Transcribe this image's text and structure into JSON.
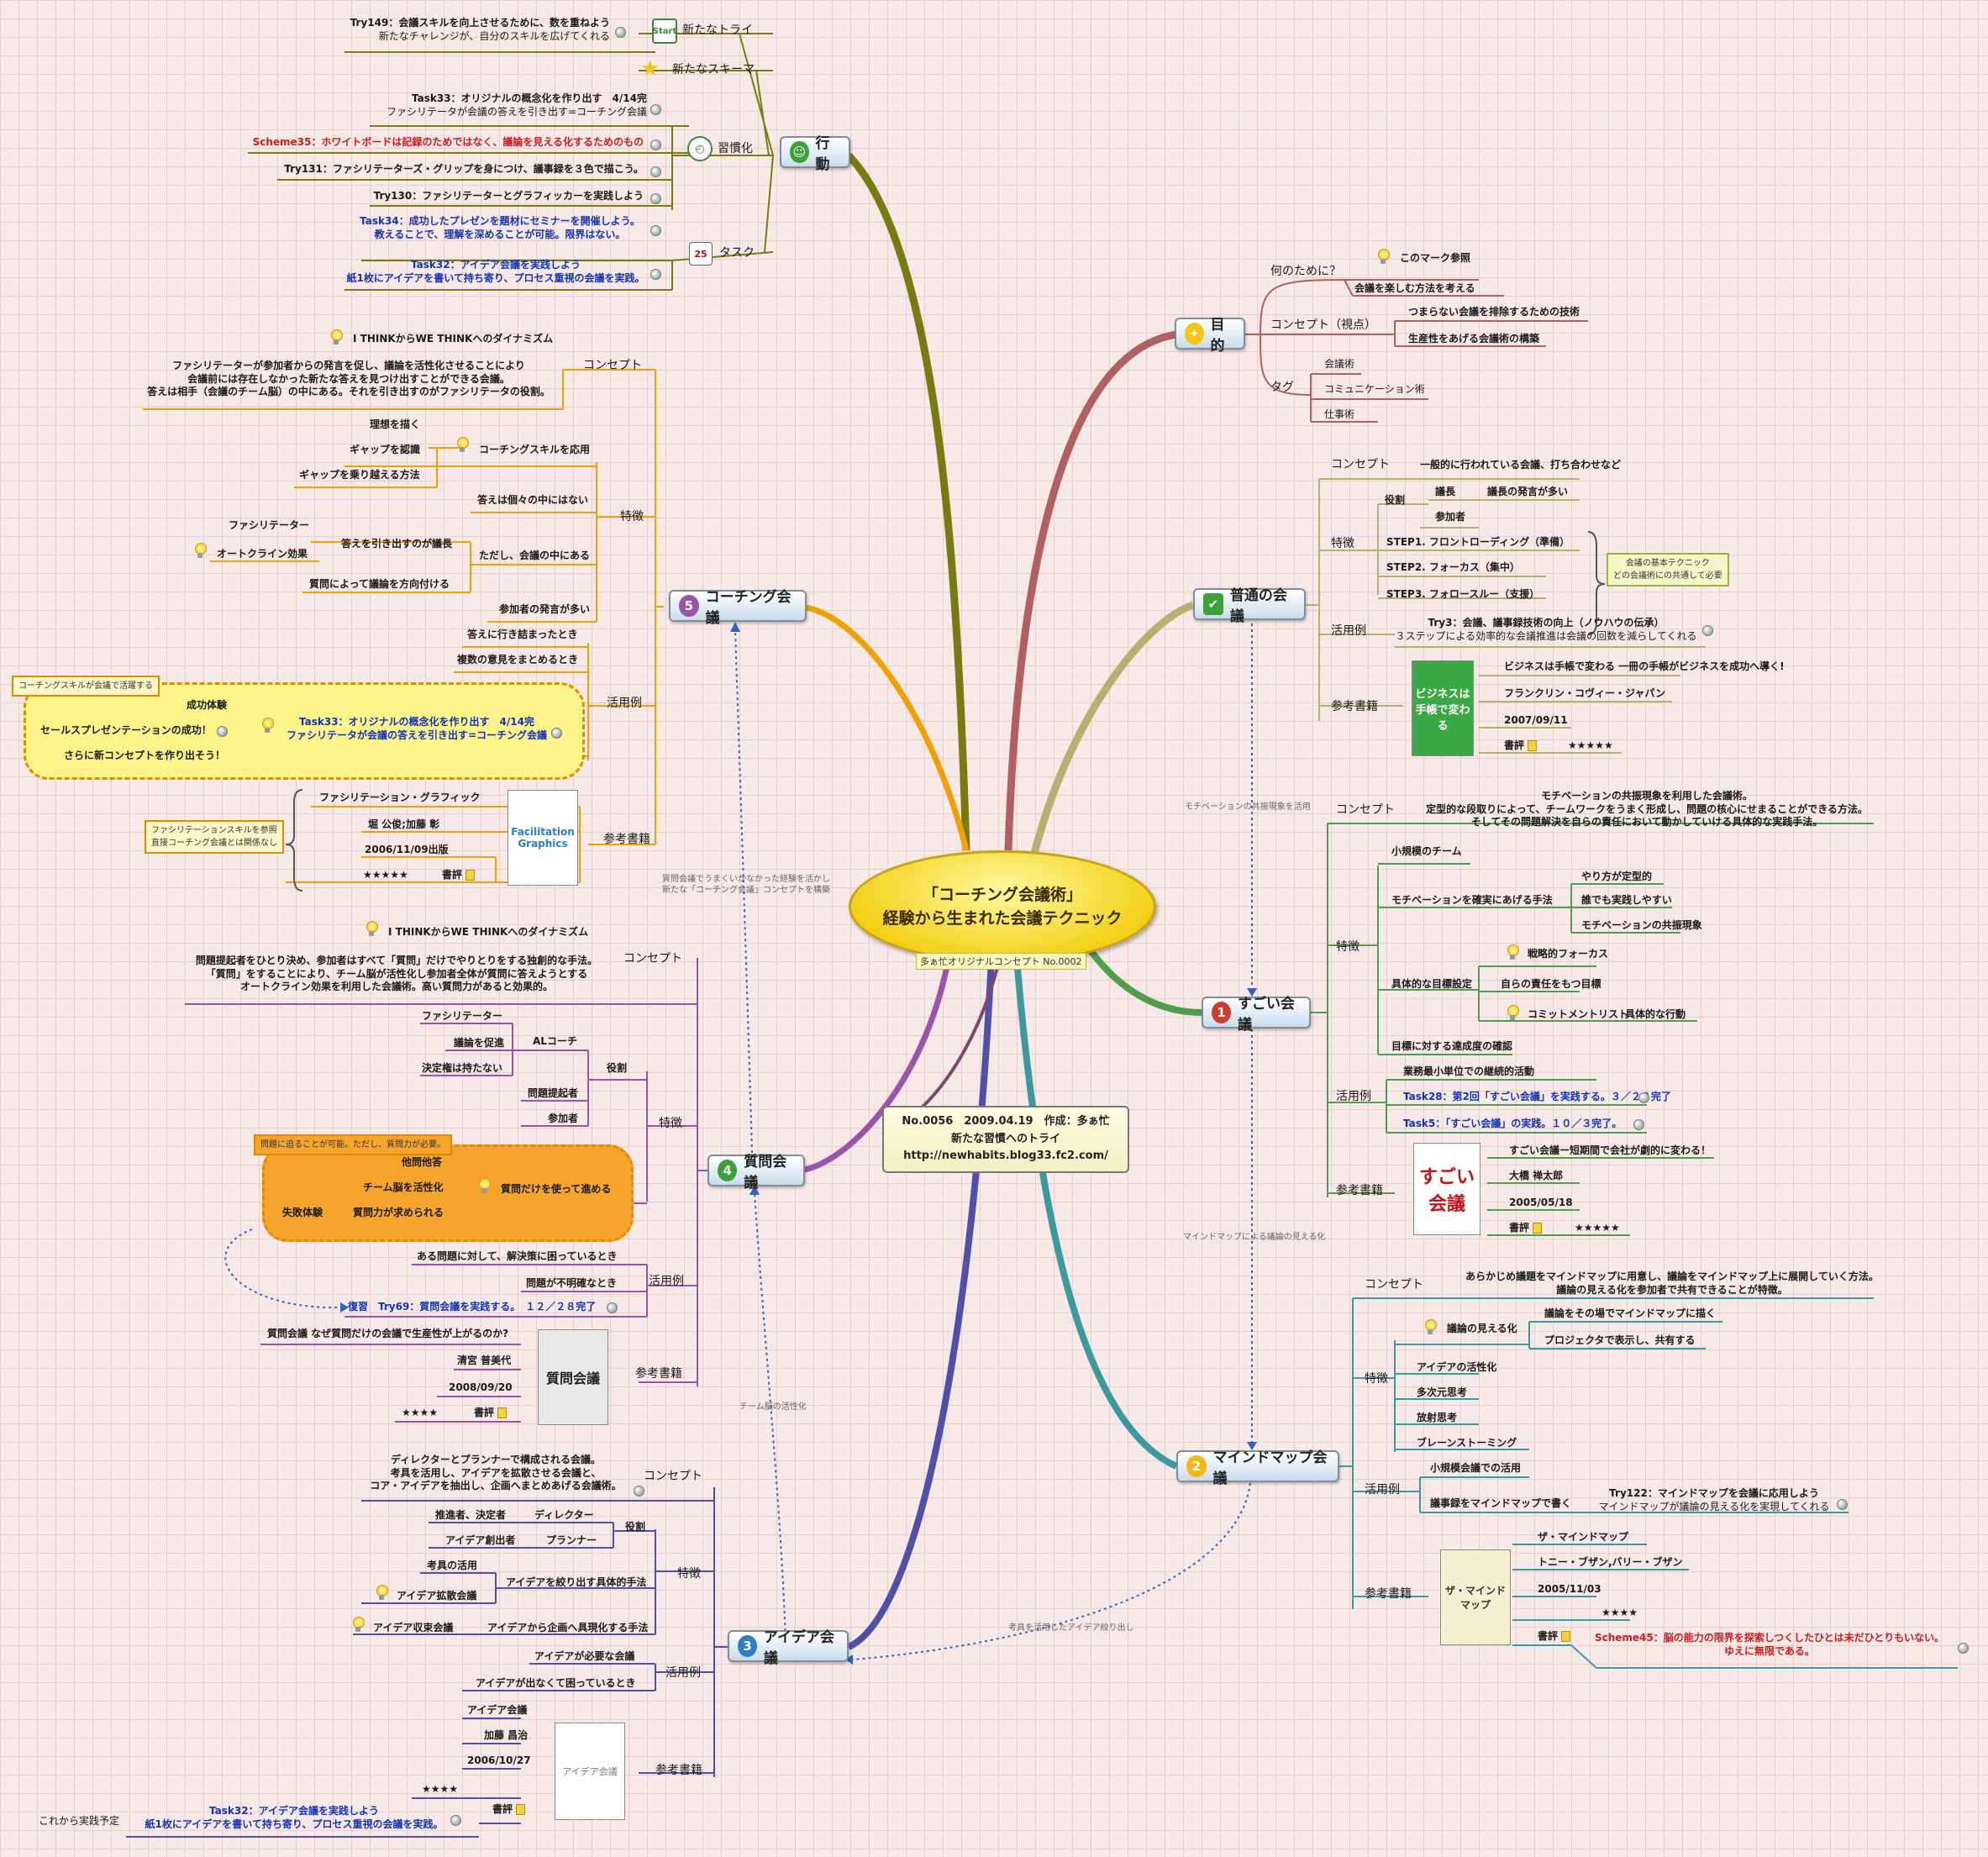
{
  "center": {
    "line1": "「コーチング会議術」",
    "line2": "経験から生まれた会議テクニック",
    "tag": "多ぁ忙オリジナルコンセプト  No.0002"
  },
  "info": {
    "line1": "No.0056　2009.04.19　作成：多ぁ忙",
    "line2": "新たな習慣へのトライ",
    "line3": "http://newhabits.blog33.fc2.com/"
  },
  "branches": {
    "action": "行動",
    "purpose": "目的",
    "normal": "普通の会議",
    "great": "すごい会議",
    "mindmap": "マインドマップ会議",
    "idea": "アイデア会議",
    "question": "質問会議",
    "coaching": "コーチング会議"
  },
  "links": {
    "l1": "モチベーションの共振現象を活用",
    "l2": "マインドマップによる議論の見える化",
    "l3": "考具を活用したアイデア絞り出し",
    "l4": "チーム脳の活性化",
    "l5a": "質問会議でうまくいかなかった経験を活かし",
    "l5b": "新たな「コーチング会議」コンセプトを構築"
  },
  "action": {
    "new_try": "新たなトライ",
    "start_icon": "Start",
    "try149a": "Try149：会議スキルを向上させるために、数を重ねよう",
    "try149b": "新たなチャレンジが、自分のスキルを広げてくれる",
    "new_schema": "新たなスキーマ",
    "habit": "習慣化",
    "task33a": "Task33：オリジナルの概念化を作り出す　4/14完",
    "task33b": "ファシリテータが会議の答えを引き出す=コーチング会議",
    "scheme35": "Scheme35：ホワイトボードは記録のためではなく、議論を見える化するためのもの",
    "try131": "Try131：ファシリテーターズ・グリップを身につけ、議事録を３色で描こう。",
    "try130": "Try130：ファシリテーターとグラフィッカーを実践しよう",
    "task34a": "Task34：成功したプレゼンを題材にセミナーを開催しよう。",
    "task34b": "教えることで、理解を深めることが可能。限界はない。",
    "task": "タスク",
    "calendar": "25",
    "task32a": "Task32：アイデア会議を実践しよう",
    "task32b": "紙1枚にアイデアを書いて持ち寄り、プロセス重視の会議を実践。"
  },
  "purpose": {
    "why": "何のために？",
    "mark": "このマーク参照",
    "enjoy": "会議を楽しむ方法を考える",
    "concept": "コンセプト（視点）",
    "c1": "つまらない会議を排除するための技術",
    "c2": "生産性をあげる会議術の構築",
    "tag": "タグ",
    "t1": "会議術",
    "t2": "コミュニケーション術",
    "t3": "仕事術"
  },
  "normal": {
    "concept": "コンセプト",
    "concept_text": "一般的に行われている会議、打ち合わせなど",
    "feature": "特徴",
    "role": "役割",
    "chair": "議長",
    "chair_text": "議長の発言が多い",
    "member": "参加者",
    "s1": "STEP1. フロントローディング（準備）",
    "s2": "STEP2. フォーカス（集中）",
    "s3": "STEP3. フォロースルー（支援）",
    "brace1": "会議の基本テクニック",
    "brace2": "どの会議術にの共通して必要",
    "use": "活用例",
    "try3a": "Try3：会議、議事録技術の向上（ノウハウの伝承）",
    "try3b": "３ステップによる効率的な会議推進は会議の回数を減らしてくれる",
    "book": "参考書籍",
    "book_title": "ビジネスは手帳で変わる 一冊の手帳がビジネスを成功へ導く!",
    "book_pub": "フランクリン・コヴィー・ジャパン",
    "book_date": "2007/09/11",
    "review": "書評",
    "stars": "★★★★★",
    "cover": "ビジネスは手帳で変わる"
  },
  "great": {
    "concept": "コンセプト",
    "c1": "モチベーションの共振現象を利用した会議術。",
    "c2": "定型的な段取りによって、チームワークをうまく形成し、問題の核心にせまることができる方法。",
    "c3": "そしてその問題解決を自らの責任において動かしていける具体的な実践手法。",
    "feature": "特徴",
    "small": "小規模のチーム",
    "motiv": "モチベーションを確実にあげる手法",
    "m1": "やり方が定型的",
    "m2": "誰でも実践しやすい",
    "m3": "モチベーションの共振現象",
    "target": "具体的な目標設定",
    "g1": "戦略的フォーカス",
    "g2": "自らの責任をもつ目標",
    "g3": "コミットメントリスト",
    "g4": "具体的な行動",
    "confirm": "目標に対する達成度の確認",
    "use": "活用例",
    "u0": "業務最小単位での継続的活動",
    "task28": "Task28：第2回「すごい会議」を実践する。３／２２完了",
    "task5": "Task5：「すごい会議」の実践。１０／３完了。",
    "book": "参考書籍",
    "book_title": "すごい会議ー短期間で会社が劇的に変わる！",
    "author": "大橋 禅太郎",
    "date": "2005/05/18",
    "review": "書評",
    "stars": "★★★★★",
    "cover": "すごい会議"
  },
  "mindmap": {
    "concept": "コンセプト",
    "c1": "あらかじめ議題をマインドマップに用意し、議論をマインドマップ上に展開していく方法。",
    "c2": "議論の見える化を参加者で共有できることが特徴。",
    "feature": "特徴",
    "visual": "議論の見える化",
    "v1": "議論をその場でマインドマップに描く",
    "v2": "プロジェクタで表示し、共有する",
    "f1": "アイデアの活性化",
    "f2": "多次元思考",
    "f3": "放射思考",
    "f4": "ブレーンストーミング",
    "use": "活用例",
    "u1": "小規模会議での活用",
    "u2": "議事録をマインドマップで書く",
    "try122a": "Try122：マインドマップを会議に応用しよう",
    "try122b": "マインドマップが議論の見える化を実現してくれる",
    "book": "参考書籍",
    "book_title": "ザ・マインドマップ",
    "author": "トニー・ブザン,バリー・ブザン",
    "date": "2005/11/03",
    "stars": "★★★★",
    "review": "書評",
    "scheme45a": "Scheme45：脳の能力の限界を探索しつくしたひとは未だひとりもいない。",
    "scheme45b": "ゆえに無限である。",
    "cover": "ザ・マインドマップ"
  },
  "idea": {
    "concept": "コンセプト",
    "c1": "ディレクターとプランナーで構成される会議。",
    "c2": "考具を活用し、アイデアを拡散させる会議と、",
    "c3": "コア・アイデアを抽出し、企画へまとめあげる会議術。",
    "feature": "特徴",
    "role": "役割",
    "r1a": "推進者、決定者",
    "r1b": "ディレクター",
    "r2a": "アイデア創出者",
    "r2b": "プランナー",
    "method": "アイデアを絞り出す具体的手法",
    "k1": "考具の活用",
    "k2": "アイデア拡散会議",
    "plan": "アイデアから企画へ具現化する手法",
    "k3": "アイデア収束会議",
    "use": "活用例",
    "u1": "アイデアが必要な会議",
    "u2": "アイデアが出なくて困っているとき",
    "book": "参考書籍",
    "book_title": "アイデア会議",
    "author": "加藤 昌治",
    "date": "2006/10/27",
    "stars": "★★★★",
    "review": "書評",
    "task32a": "Task32：アイデア会議を実践しよう",
    "task32b": "紙1枚にアイデアを書いて持ち寄り、プロセス重視の会議を実践。",
    "plan_note": "これから実践予定",
    "cover": "アイデア会議"
  },
  "question": {
    "think": "I THINKからWE THINKへのダイナミズム",
    "concept": "コンセプト",
    "c1": "問題提起者をひとり決め、参加者はすべて「質問」だけでやりとりをする独創的な手法。",
    "c2": "「質問」をすることにより、チーム脳が活性化し参加者全体が質問に答えようとする",
    "c3": "オートクライン効果を利用した会議術。高い質問力があると効果的。",
    "feature": "特徴",
    "role": "役割",
    "r1": "ファシリテーター",
    "r2": "議論を促進",
    "r2b": "ALコーチ",
    "r3": "決定権は持たない",
    "r4": "問題提起者",
    "r5": "参加者",
    "callout": "問題に迫ることが可能。ただし、質問力が必要。",
    "q1": "他問他答",
    "q2": "チーム脳を活性化",
    "q3": "質問だけを使って進める",
    "q4": "失敗体験",
    "q5": "質問力が求められる",
    "use": "活用例",
    "u1": "ある問題に対して、解決策に困っているとき",
    "u2": "問題が不明確なとき",
    "try69": "復習　Try69：質問会議を実践する。　１２／２８完了",
    "book": "参考書籍",
    "book_title": "質問会議 なぜ質問だけの会議で生産性が上がるのか?",
    "author": "清宮 普美代",
    "date": "2008/09/20",
    "stars": "★★★★",
    "review": "書評",
    "cover": "質問会議"
  },
  "coaching": {
    "think": "I THINKからWE THINKへのダイナミズム",
    "concept": "コンセプト",
    "c1": "ファシリテーターが参加者からの発言を促し、議論を活性化させることにより",
    "c2": "会議前には存在しなかった新たな答えを見つけ出すことができる会議。",
    "c3": "答えは相手（会議のチーム脳）の中にある。それを引き出すのがファシリテータの役割。",
    "feature": "特徴",
    "ideal": "理想を描く",
    "gap": "ギャップを認識",
    "over": "ギャップを乗り越える方法",
    "skill": "コーチングスキルを応用",
    "inside": "答えは個々の中にはない",
    "fac": "ファシリテーター",
    "draw": "答えを引き出すのが議長",
    "auto": "オートクライン効果",
    "inmeet": "ただし、会議の中にある",
    "direct": "質問によって議論を方向付ける",
    "many": "参加者の発言が多い",
    "use": "活用例",
    "u1": "答えに行き詰まったとき",
    "u2": "複数の意見をまとめるとき",
    "callout": "コーチングスキルが会議で活躍する",
    "success": "成功体験",
    "sales": "セールスプレゼンテーションの成功！",
    "task33a": "Task33：オリジナルの概念化を作り出す　4/14完",
    "task33b": "ファシリテータが会議の答えを引き出す=コーチング会議",
    "next": "さらに新コンセプトを作り出そう！",
    "book": "参考書籍",
    "b1": "ファシリテーション・グラフィック",
    "b2": "堀 公俊;加藤 彰",
    "b3": "2006/11/09出版",
    "stars": "★★★★★",
    "review": "書評",
    "brace1": "ファシリテーションスキルを参照",
    "brace2": "直接コーチング会議とは関係なし",
    "cover": "Facilitation Graphics"
  }
}
